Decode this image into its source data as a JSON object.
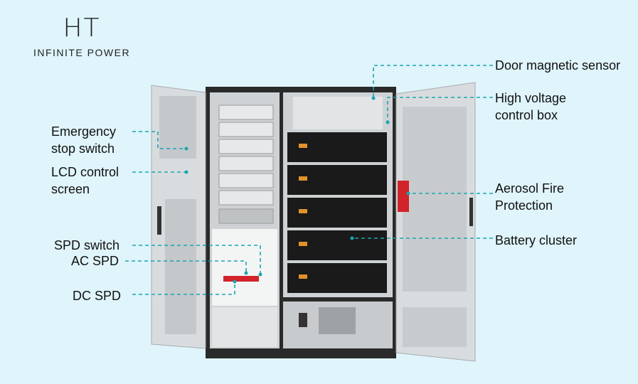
{
  "brand": {
    "mark": "HT",
    "tagline": "INFINITE POWER"
  },
  "labels": {
    "emergency_stop": "Emergency\nstop switch",
    "lcd_screen": "LCD control\nscreen",
    "spd_switch": "SPD switch",
    "ac_spd": "AC SPD",
    "dc_spd": "DC SPD",
    "door_sensor": "Door magnetic sensor",
    "hv_box": "High voltage\ncontrol box",
    "aerosol": "Aerosol Fire\nProtection",
    "battery_cluster": "Battery cluster"
  },
  "colors": {
    "leader": "#1aa6b0",
    "background": "#dff4fb",
    "fire_unit": "#d2232a",
    "dc_switch": "#d2232a"
  }
}
